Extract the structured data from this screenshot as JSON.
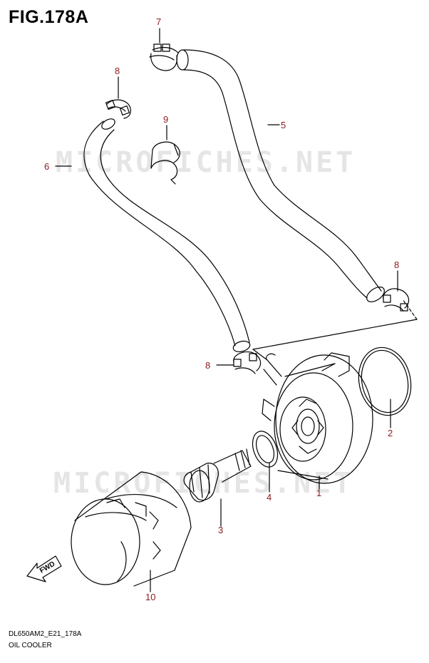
{
  "figure": {
    "title": "FIG.178A",
    "code": "DL650AM2_E21_178A",
    "caption": "OIL COOLER"
  },
  "watermark": "MICROFICHES.NET",
  "colors": {
    "callout": "#8b1a1a",
    "line": "#000000"
  },
  "fwd_label": "FWD",
  "callouts": [
    {
      "id": "c1",
      "text": "1"
    },
    {
      "id": "c2",
      "text": "2"
    },
    {
      "id": "c3",
      "text": "3"
    },
    {
      "id": "c4",
      "text": "4"
    },
    {
      "id": "c5",
      "text": "5"
    },
    {
      "id": "c6",
      "text": "6"
    },
    {
      "id": "c7",
      "text": "7"
    },
    {
      "id": "c8a",
      "text": "8"
    },
    {
      "id": "c8b",
      "text": "8"
    },
    {
      "id": "c8c",
      "text": "8"
    },
    {
      "id": "c9",
      "text": "9"
    },
    {
      "id": "c10",
      "text": "10"
    }
  ]
}
